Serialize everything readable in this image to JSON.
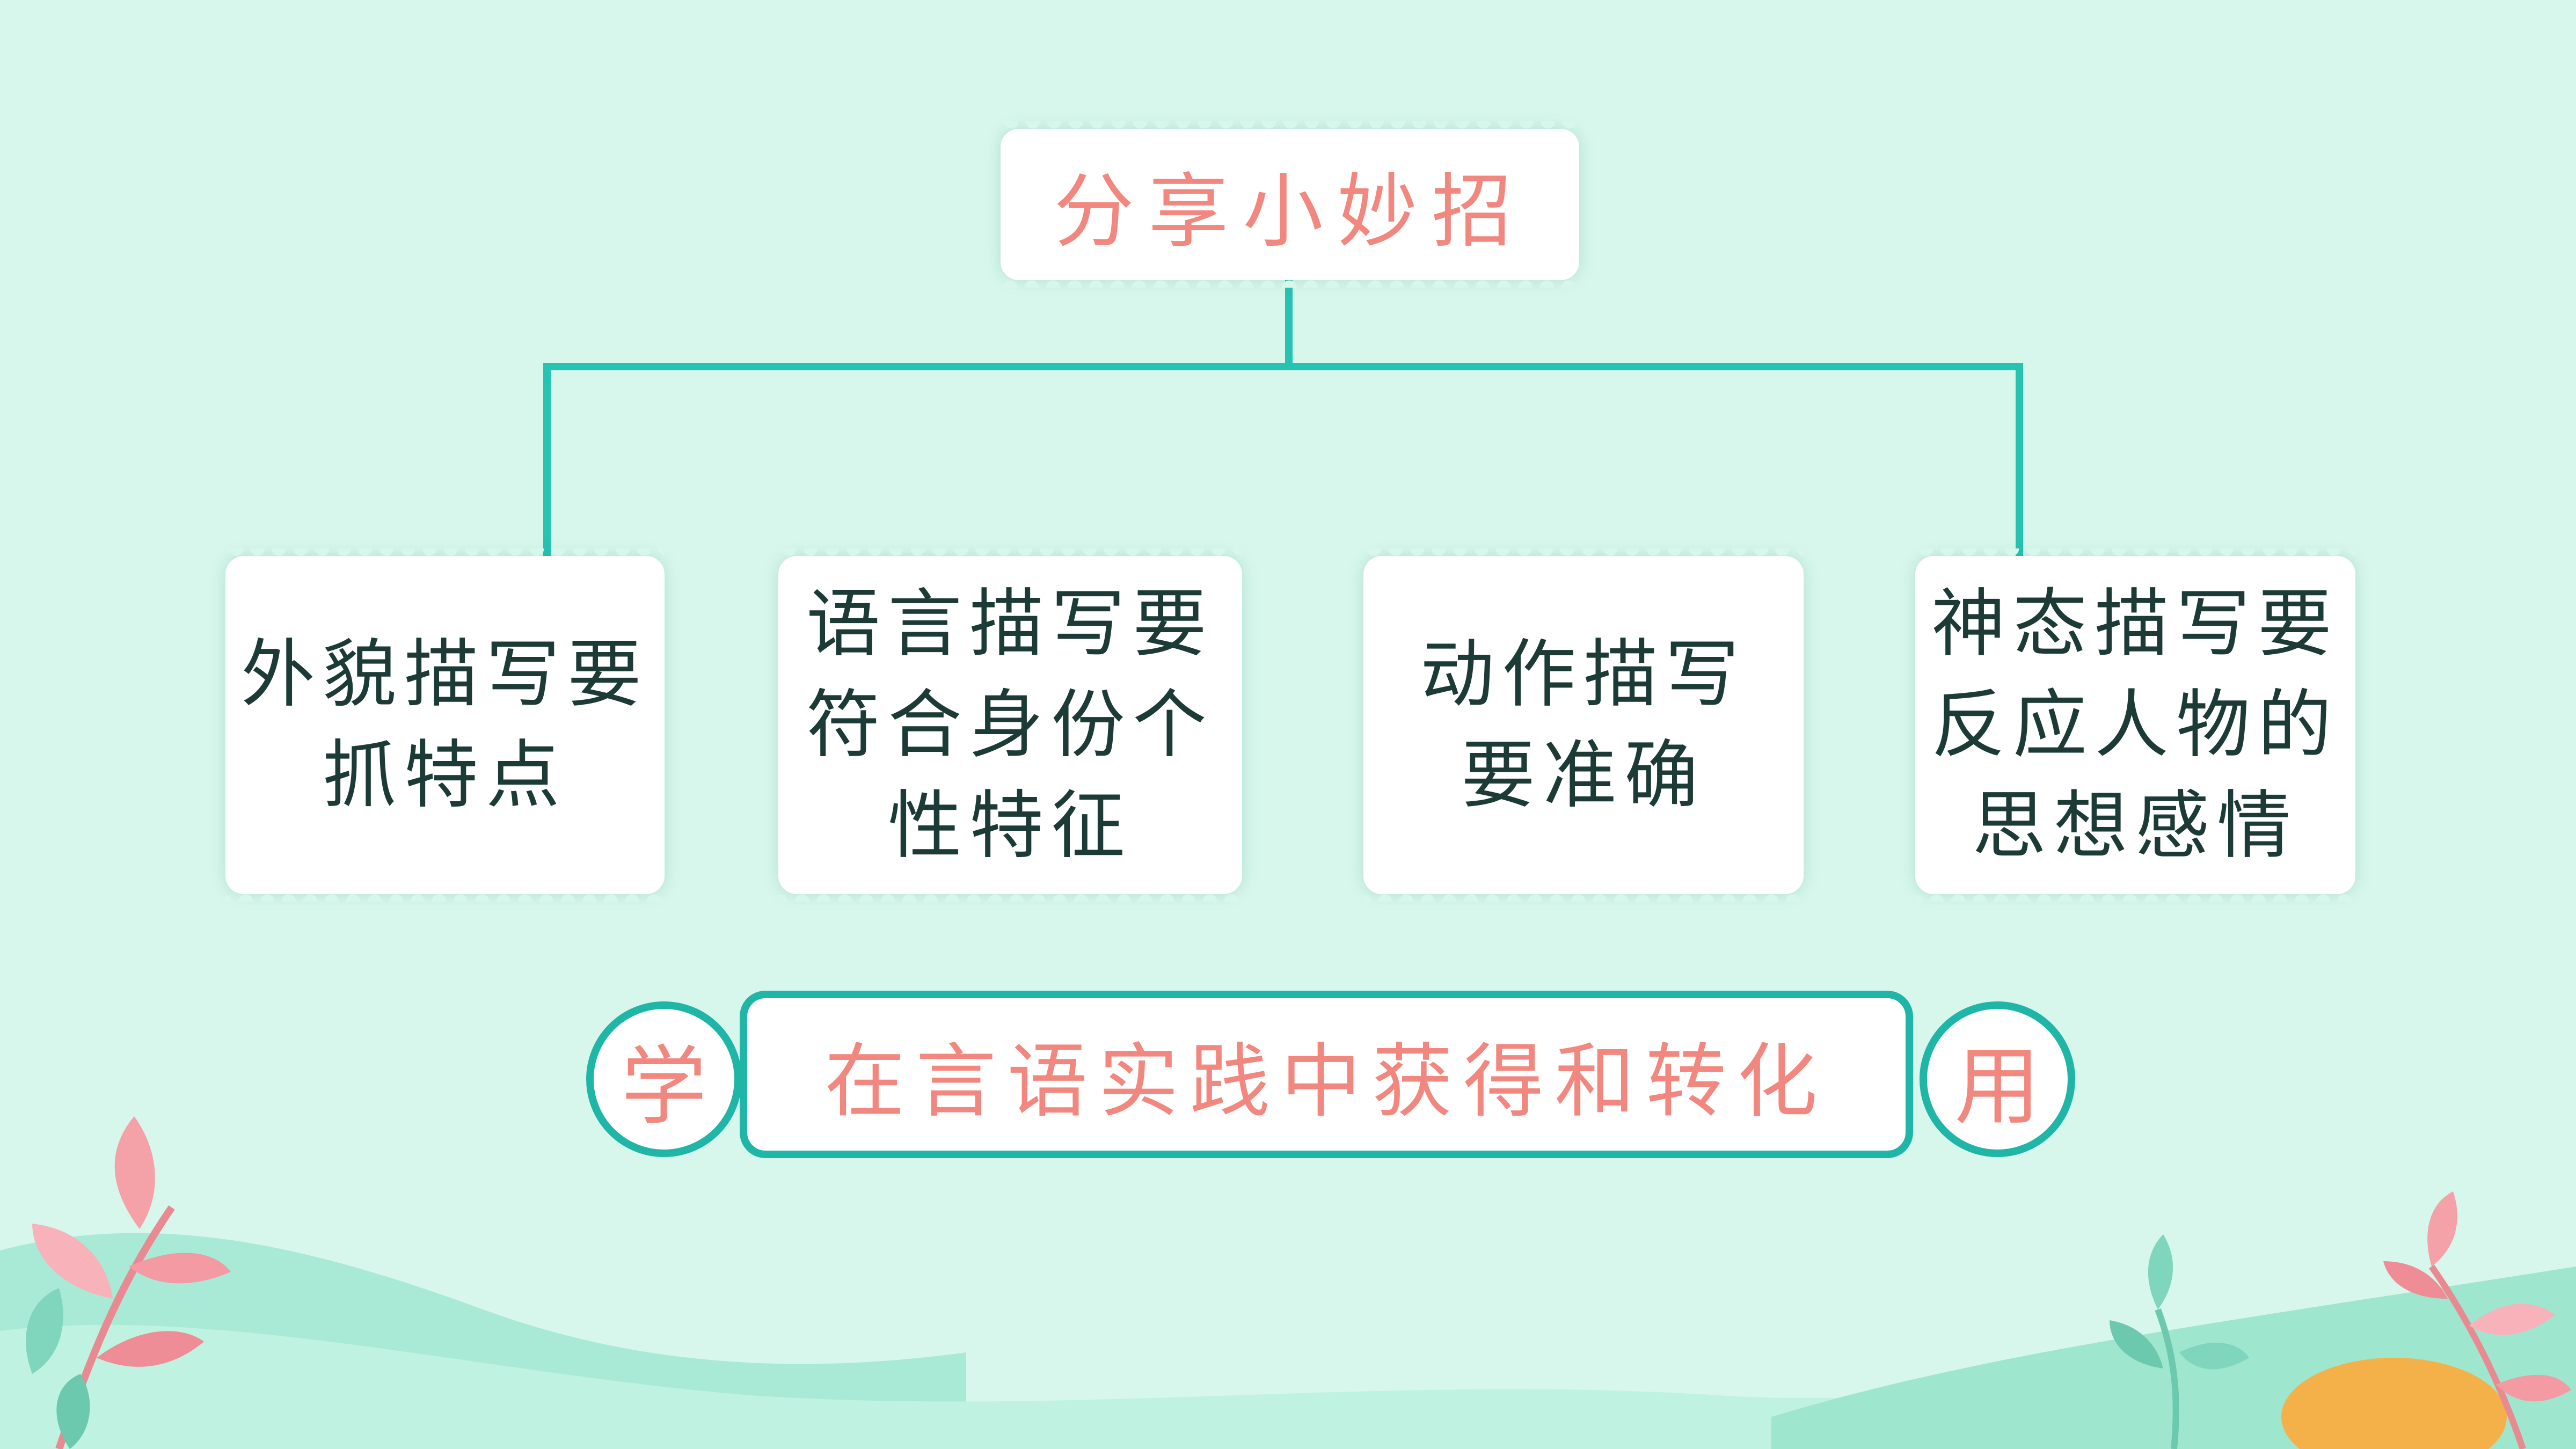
{
  "diagram": {
    "title": "分享小妙招",
    "cards": [
      {
        "text": "外貌描写要\n抓特点"
      },
      {
        "text": "语言描写要\n符合身份个\n性特征"
      },
      {
        "text": "动作描写\n要准确"
      },
      {
        "text": "神态描写要\n反应人物的\n思想感情"
      }
    ],
    "bottom": {
      "left_char": "学",
      "center": "在言语实践中获得和转化",
      "right_char": "用"
    }
  },
  "colors": {
    "background": "#d8f7ec",
    "accent_teal": "#1fb6a7",
    "title_pink": "#f1877e",
    "card_text": "#1d3b36"
  }
}
